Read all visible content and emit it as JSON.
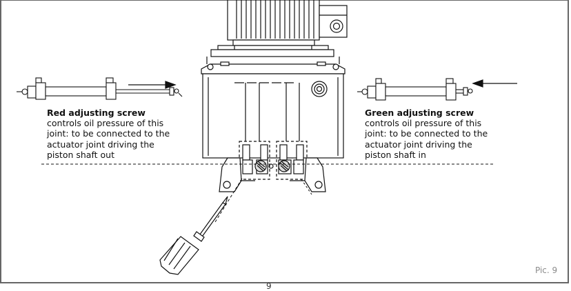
{
  "left_note": {
    "title": "Red adjusting screw",
    "lines": [
      "controls oil pressure of this",
      "joint: to be connected to the",
      "actuator joint driving the",
      "piston shaft out"
    ]
  },
  "right_note": {
    "title": "Green adjusting screw",
    "lines": [
      "controls oil pressure of this",
      "joint: to be connected to the",
      "actuator joint driving the",
      "piston shaft in"
    ]
  },
  "figure_label": "Pic. 9",
  "page_number": "9"
}
